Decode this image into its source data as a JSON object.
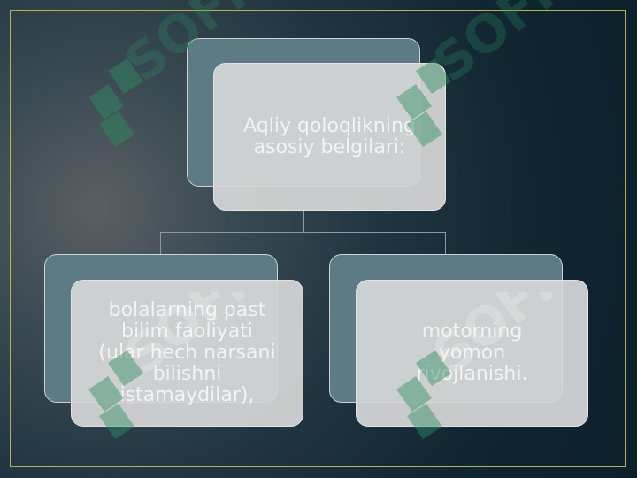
{
  "diagram": {
    "root": {
      "label_line1": "Aqliy qoloqlikning",
      "label_line2": "asosiy belgilari:"
    },
    "children": [
      {
        "label_line1": "bolalarning past",
        "label_line2": "bilim faoliyati",
        "label_line3": "(ular hech narsani",
        "label_line4": "bilishni",
        "label_line5": "istamaydilar),"
      },
      {
        "label_line1": "motorning",
        "label_line2": "yomon",
        "label_line3": "rivojlanishi."
      }
    ]
  },
  "watermark": {
    "text": "SOFF",
    "color": "#2e8f63"
  },
  "colors": {
    "frame": "#b8b24a",
    "back_box": "#5d7b84",
    "front_box": "#d6d6d6"
  }
}
